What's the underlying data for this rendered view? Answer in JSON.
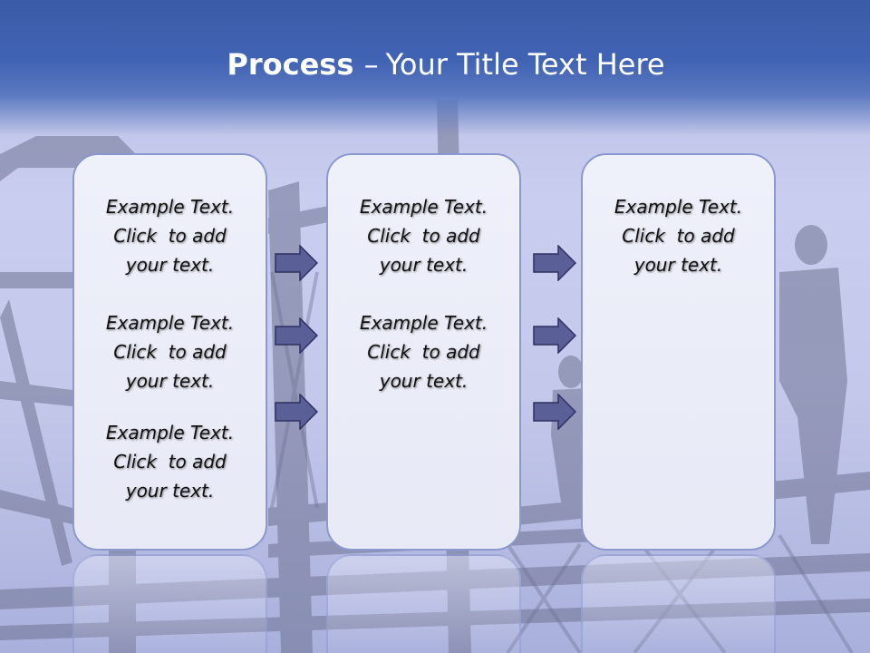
{
  "slide": {
    "title_strong": "Process",
    "title_sep": "–",
    "title_rest": "Your Title Text Here"
  },
  "panels": [
    {
      "blocks": [
        {
          "line1": "Example Text.",
          "line2": "Click  to add",
          "line3": "your text."
        },
        {
          "line1": "Example Text.",
          "line2": "Click  to add",
          "line3": "your text."
        },
        {
          "line1": "Example Text.",
          "line2": "Click  to add",
          "line3": "your text."
        }
      ]
    },
    {
      "blocks": [
        {
          "line1": "Example Text.",
          "line2": "Click  to add",
          "line3": "your text."
        },
        {
          "line1": "Example Text.",
          "line2": "Click  to add",
          "line3": "your text."
        }
      ]
    },
    {
      "blocks": [
        {
          "line1": "Example Text.",
          "line2": "Click  to add",
          "line3": "your text."
        }
      ]
    }
  ],
  "colors": {
    "header_blue": "#3a5ba6",
    "arrow_fill": "#5b5f98",
    "panel_border": "#8b97cf"
  },
  "icons": [
    "right-arrow-icon"
  ]
}
